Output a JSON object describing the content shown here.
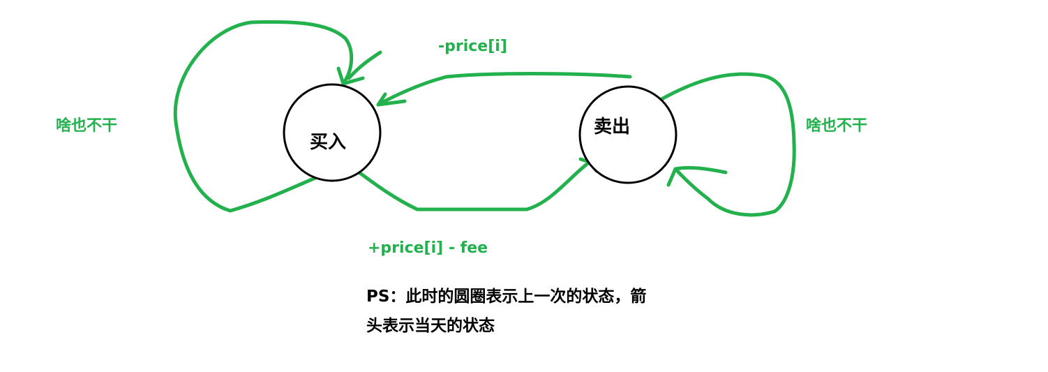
{
  "colors": {
    "edge": "#22b14c",
    "node_stroke": "#000000",
    "text": "#000000"
  },
  "nodes": {
    "buy": {
      "label": "买入"
    },
    "sell": {
      "label": "卖出"
    }
  },
  "edges": {
    "sell_to_buy": {
      "label": "-price[i]"
    },
    "buy_to_sell": {
      "label": "+price[i] -  fee"
    },
    "buy_self_loop": {
      "label": "啥也不干"
    },
    "sell_self_loop": {
      "label": "啥也不干"
    }
  },
  "note": {
    "line1": "PS：此时的圆圈表示上一次的状态，箭",
    "line2": "头表示当天的状态"
  }
}
